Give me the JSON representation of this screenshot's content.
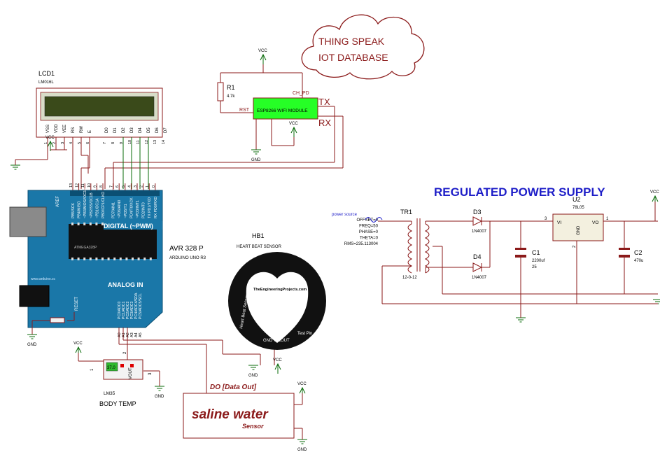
{
  "cloud": {
    "line1": "THING SPEAK",
    "line2": "IOT DATABASE"
  },
  "lcd": {
    "ref": "LCD1",
    "part": "LM016L",
    "pins": [
      "VSS",
      "VDD",
      "VEE",
      "RS",
      "RW",
      "E",
      "D0",
      "D1",
      "D2",
      "D3",
      "D4",
      "D5",
      "D6",
      "D7"
    ],
    "pin_numbers": [
      "1",
      "2",
      "3",
      "4",
      "5",
      "6",
      "7",
      "8",
      "9",
      "10",
      "11",
      "12",
      "13",
      "14"
    ]
  },
  "esp": {
    "label": "ESP8266 WIFI MODULE",
    "ch_pd": "CH_PD",
    "rst": "RST",
    "tx": "TX",
    "rx": "RX"
  },
  "r1": {
    "ref": "R1",
    "value": "4.7k"
  },
  "power_labels": {
    "vcc": "VCC",
    "gnd": "GND"
  },
  "arduino": {
    "digital": "DIGITAL (~PWM)",
    "analog": "ANALOG IN",
    "aref": "AREF",
    "reset": "RESET",
    "chip_name": "AVR 328 P",
    "chip_sub": "ARDUINO UNO R3",
    "website": "www.arduino.cc",
    "top_pins": [
      "PB5/SCK",
      "PB4/MISO",
      "~PB3/MOSI/OC2A",
      "~PB2/SS/OC1B",
      "~PB1/OC1A",
      "PB0/ICP1/CLKO",
      "PD7/AIN1",
      "~PD6/AIN0",
      "~PD5/T1",
      "PD4/T0/XCK",
      "~PD3/INT1",
      "PD2/INT0",
      "TX PD1/TXD",
      "RX PD0/RXD"
    ],
    "top_numbers": [
      "13",
      "12",
      "11",
      "10",
      "9",
      "8",
      "7",
      "6",
      "5",
      "4",
      "3",
      "2",
      "1",
      "0"
    ],
    "analog_pins": [
      "PC0/ADC0",
      "PC1/ADC1",
      "PC2/ADC2",
      "PC3/ADC3",
      "PC4/ADC4/SDA",
      "PC5/ADC5/SCL"
    ],
    "analog_numbers": [
      "A0",
      "A1",
      "A2",
      "A3",
      "A4",
      "A5"
    ]
  },
  "heartbeat": {
    "ref": "HB1",
    "title": "HEART BEAT SENSOR",
    "brand": "TheEngineeringProjects.com",
    "side": "Heart Beat Sensor",
    "test": "Test Pin",
    "pins": "GND VccOUT"
  },
  "lm35": {
    "label": "LM35",
    "name": "BODY TEMP",
    "vout": "VOUT",
    "reading": "37.0",
    "p1": "1",
    "p2": "2",
    "p3": "3"
  },
  "saline": {
    "do_label": "DO [Data Out]",
    "title": "saline water",
    "sub": "Sensor"
  },
  "psu": {
    "title": "REGULATED POWER SUPPLY",
    "source": "power source",
    "params": [
      "OFFSET=0",
      "FREQ=50",
      "PHASE=0",
      "THETA=0",
      "RMS=235.113004"
    ],
    "tr": "TR1",
    "tr_val": "12-0-12",
    "d3": "D3",
    "d3_val": "1N4007",
    "d4": "D4",
    "d4_val": "1N4007",
    "u2": "U2",
    "u2_val": "78L05",
    "vi": "VI",
    "vo": "VO",
    "gnd": "GND",
    "pin3": "3",
    "pin1": "1",
    "pin2": "2",
    "c1": "C1",
    "c1_val": "2200uf",
    "c1_v": "25",
    "c2": "C2",
    "c2_val": "470u"
  }
}
